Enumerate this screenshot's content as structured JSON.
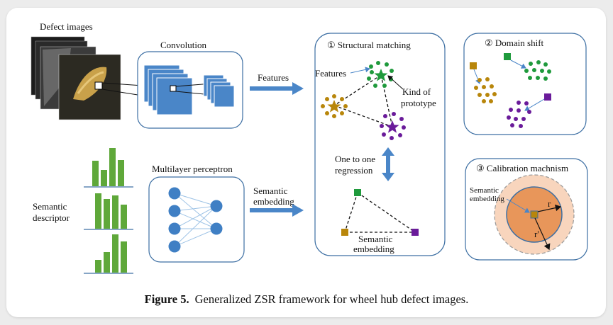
{
  "colors": {
    "blue": "#4a86c8",
    "panel_border": "#3d6fa3",
    "green": "#1f9a3c",
    "green_bar": "#5fa83a",
    "gold": "#b8860b",
    "purple": "#6a1b9a",
    "orange_inner": "#e8965a",
    "orange_outer": "#f8d5bd"
  },
  "left": {
    "defect_images": "Defect images",
    "convolution": "Convolution",
    "features": "Features",
    "semantic_descriptor_line1": "Semantic",
    "semantic_descriptor_line2": "descriptor",
    "multilayer_perceptron": "Multilayer perceptron",
    "semantic_embedding_line1": "Semantic",
    "semantic_embedding_line2": "embedding"
  },
  "structural": {
    "title": "① Structural matching",
    "features": "Features",
    "kind_line1": "Kind of",
    "kind_line2": "prototype",
    "one_to_one_line1": "One to one",
    "one_to_one_line2": "regression",
    "sem_line1": "Semantic",
    "sem_line2": "embedding"
  },
  "domain_shift": {
    "title": "② Domain shift"
  },
  "calibration": {
    "title": "③ Calibration machnism",
    "sem_line1": "Semantic",
    "sem_line2": "embedding",
    "r1": "r",
    "r2": "r'"
  },
  "caption": {
    "label": "Figure 5.",
    "text": "Generalized ZSR framework for wheel hub defect images."
  }
}
